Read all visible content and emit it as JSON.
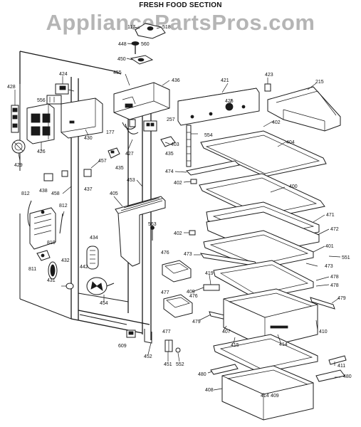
{
  "title": "FRESH FOOD SECTION",
  "watermark": "AppliancePartsPros.com",
  "callouts": [
    {
      "id": "c117",
      "text": "117"
    },
    {
      "id": "c518",
      "text": "518"
    },
    {
      "id": "c448",
      "text": "448"
    },
    {
      "id": "c560",
      "text": "560"
    },
    {
      "id": "c450",
      "text": "450"
    },
    {
      "id": "c424",
      "text": "424"
    },
    {
      "id": "c455",
      "text": "455"
    },
    {
      "id": "c436",
      "text": "436"
    },
    {
      "id": "c421",
      "text": "421"
    },
    {
      "id": "c423",
      "text": "423"
    },
    {
      "id": "c215",
      "text": "215"
    },
    {
      "id": "c428",
      "text": "428"
    },
    {
      "id": "c556",
      "text": "556"
    },
    {
      "id": "c425",
      "text": "425"
    },
    {
      "id": "c257",
      "text": "257"
    },
    {
      "id": "c402a",
      "text": "402"
    },
    {
      "id": "c554",
      "text": "554"
    },
    {
      "id": "c177",
      "text": "177"
    },
    {
      "id": "c430",
      "text": "430"
    },
    {
      "id": "c426",
      "text": "426"
    },
    {
      "id": "c404",
      "text": "404"
    },
    {
      "id": "c403",
      "text": "403"
    },
    {
      "id": "c427",
      "text": "427"
    },
    {
      "id": "c435a",
      "text": "435"
    },
    {
      "id": "c435b",
      "text": "435"
    },
    {
      "id": "c429",
      "text": "429"
    },
    {
      "id": "c457",
      "text": "457"
    },
    {
      "id": "c474",
      "text": "474"
    },
    {
      "id": "c453",
      "text": "453"
    },
    {
      "id": "c402b",
      "text": "402"
    },
    {
      "id": "c438",
      "text": "438"
    },
    {
      "id": "c437",
      "text": "437"
    },
    {
      "id": "c458",
      "text": "458"
    },
    {
      "id": "c400",
      "text": "400"
    },
    {
      "id": "c812a",
      "text": "812"
    },
    {
      "id": "c405",
      "text": "405"
    },
    {
      "id": "c812b",
      "text": "812"
    },
    {
      "id": "c471",
      "text": "471"
    },
    {
      "id": "c563",
      "text": "563"
    },
    {
      "id": "c402c",
      "text": "402"
    },
    {
      "id": "c472",
      "text": "472"
    },
    {
      "id": "c434",
      "text": "434"
    },
    {
      "id": "c810",
      "text": "810"
    },
    {
      "id": "c401",
      "text": "401"
    },
    {
      "id": "c476a",
      "text": "476"
    },
    {
      "id": "c473a",
      "text": "473"
    },
    {
      "id": "c551",
      "text": "551"
    },
    {
      "id": "c811",
      "text": "811"
    },
    {
      "id": "c432",
      "text": "432"
    },
    {
      "id": "c442",
      "text": "442"
    },
    {
      "id": "c473b",
      "text": "473"
    },
    {
      "id": "c419",
      "text": "419"
    },
    {
      "id": "c431",
      "text": "431"
    },
    {
      "id": "c478a",
      "text": "478"
    },
    {
      "id": "c478b",
      "text": "478"
    },
    {
      "id": "c477a",
      "text": "477"
    },
    {
      "id": "c409a",
      "text": "409"
    },
    {
      "id": "c476b",
      "text": "476"
    },
    {
      "id": "c479a",
      "text": "479"
    },
    {
      "id": "c454",
      "text": "454"
    },
    {
      "id": "c479b",
      "text": "479"
    },
    {
      "id": "c407",
      "text": "407"
    },
    {
      "id": "c410",
      "text": "410"
    },
    {
      "id": "c477b",
      "text": "477"
    },
    {
      "id": "c414a",
      "text": "414"
    },
    {
      "id": "c415",
      "text": "415"
    },
    {
      "id": "c609",
      "text": "609"
    },
    {
      "id": "c452",
      "text": "452"
    },
    {
      "id": "c451",
      "text": "451"
    },
    {
      "id": "c552",
      "text": "552"
    },
    {
      "id": "c411",
      "text": "411"
    },
    {
      "id": "c480a",
      "text": "480"
    },
    {
      "id": "c480b",
      "text": "480"
    },
    {
      "id": "c408",
      "text": "408"
    },
    {
      "id": "c414b",
      "text": "414"
    },
    {
      "id": "c409b",
      "text": "409"
    }
  ]
}
